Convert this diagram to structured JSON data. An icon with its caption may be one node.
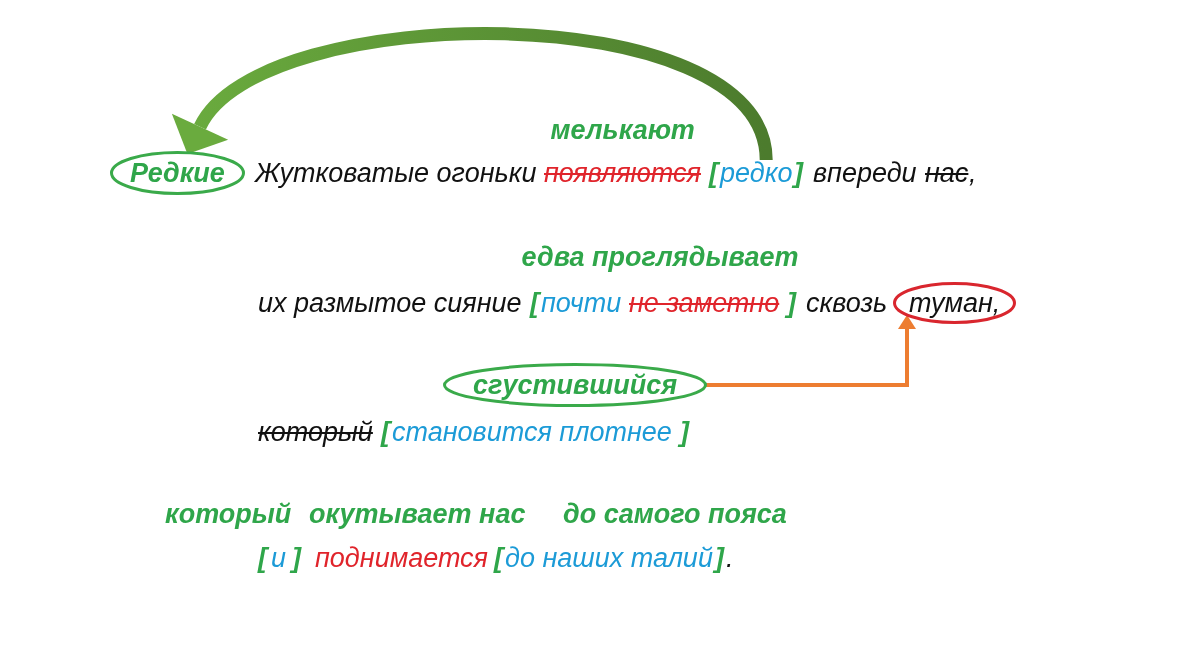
{
  "diagram": {
    "nodes": [
      {
        "text": [
          "Редкие"
        ]
      },
      {
        "text": [
          "редко"
        ]
      },
      {
        "text": [
          "туман,"
        ]
      },
      {
        "text": [
          "сгустившийся"
        ]
      }
    ],
    "edges": [
      {
        "from": 1,
        "to": 0,
        "arrow": "to",
        "style": "thick",
        "color": "#6aab3e"
      },
      {
        "from": 3,
        "to": 2,
        "arrow": "to",
        "color": "#ed7d31"
      }
    ],
    "labels": [
      "мелькают",
      "Жутковатые огоньки",
      "появляются",
      "[",
      "]",
      "впереди",
      "нас",
      ",",
      "едва проглядывает",
      "их размытое сияние",
      "[",
      "почти",
      "не заметно",
      "]",
      "сквозь",
      "который",
      "[",
      "становится плотнее",
      "]",
      "который",
      "окутывает нас",
      "до самого пояса",
      "[",
      "и",
      "]",
      "поднимается",
      "[",
      "до наших талий",
      "]",
      "."
    ]
  }
}
